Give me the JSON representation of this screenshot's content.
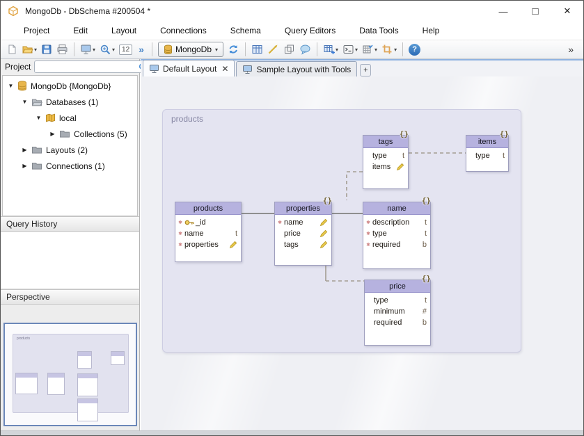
{
  "window": {
    "title": "MongoDb - DbSchema #200504 *",
    "minimize_glyph": "—",
    "maximize_glyph": "□",
    "close_glyph": "✕"
  },
  "menubar": {
    "items": [
      "Project",
      "Edit",
      "Layout",
      "Connections",
      "Schema",
      "Query Editors",
      "Data Tools",
      "Help"
    ]
  },
  "toolbar": {
    "zoom_value": "12",
    "chevrons_glyph": "»",
    "connection_label": "MongoDb",
    "dropdown_glyph": "▾",
    "console_glyph": "&gt;_",
    "help_glyph": "?",
    "overflow_glyph": "»"
  },
  "sidebar": {
    "project_label": "Project",
    "search_value": "",
    "tree": [
      {
        "arrow": "▼",
        "icon": "database",
        "label": "MongoDb {MongoDb}"
      },
      {
        "arrow": "▼",
        "icon": "folder-open",
        "label": "Databases (1)"
      },
      {
        "arrow": "▼",
        "icon": "map",
        "label": "local"
      },
      {
        "arrow": "▶",
        "icon": "folder",
        "label": "Collections (5)"
      },
      {
        "arrow": "▶",
        "icon": "folder",
        "label": "Layouts (2)"
      },
      {
        "arrow": "▶",
        "icon": "folder",
        "label": "Connections (1)"
      }
    ],
    "query_history_label": "Query History",
    "perspective_label": "Perspective",
    "minimap": {
      "container_label": "products"
    }
  },
  "tabs_bar": {
    "tabs": [
      {
        "label": "Default Layout",
        "close_glyph": "✕",
        "active": true
      },
      {
        "label": "Sample Layout with Tools",
        "active": false
      }
    ],
    "new_tab_label": "+"
  },
  "diagram": {
    "container_label": "products",
    "tables": [
      {
        "name": "tags",
        "badge": "{}",
        "fields": [
          {
            "name": "type",
            "type": "t"
          },
          {
            "name": "items",
            "editor": true
          }
        ]
      },
      {
        "name": "items",
        "badge": "{}",
        "fields": [
          {
            "name": "type",
            "type": "t"
          }
        ]
      },
      {
        "name": "products",
        "fields": [
          {
            "name": "_id",
            "required": true,
            "key": true
          },
          {
            "name": "name",
            "required": true,
            "type": "t"
          },
          {
            "name": "properties",
            "required": true,
            "editor": true
          }
        ]
      },
      {
        "name": "properties",
        "badge": "{}",
        "fields": [
          {
            "name": "name",
            "required": true,
            "editor": true
          },
          {
            "name": "price",
            "editor": true
          },
          {
            "name": "tags",
            "editor": true
          }
        ]
      },
      {
        "name": "name",
        "badge": "{}",
        "fields": [
          {
            "name": "description",
            "required": true,
            "type": "t"
          },
          {
            "name": "type",
            "required": true,
            "type": "t"
          },
          {
            "name": "required",
            "required": true,
            "type": "b"
          }
        ]
      },
      {
        "name": "price",
        "badge": "{}",
        "fields": [
          {
            "name": "type",
            "type": "t"
          },
          {
            "name": "minimum",
            "type": "#"
          },
          {
            "name": "required",
            "type": "b"
          }
        ]
      }
    ]
  },
  "colors": {
    "table_header": "#b6b2df",
    "container_fill": "#e4e4f1",
    "accent_blue": "#3a7bd5",
    "connector": "#99938a",
    "pencil_yellow": "#e8c84a",
    "key_gold": "#c9a227"
  }
}
